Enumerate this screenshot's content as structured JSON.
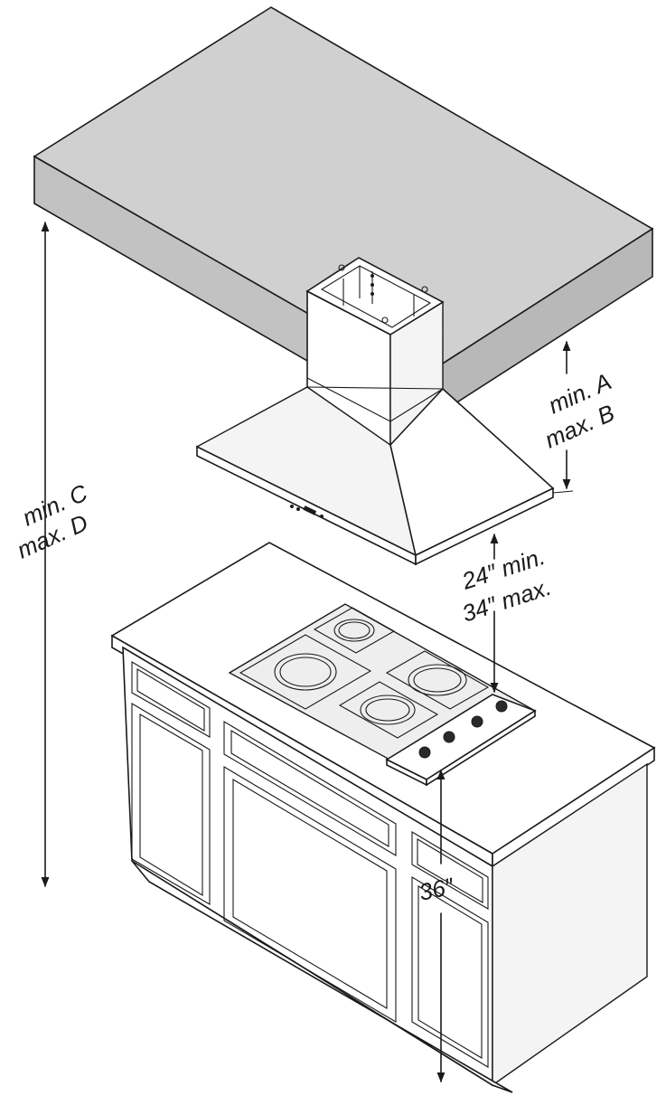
{
  "diagram": {
    "labels": {
      "hood_clearance_min": "min. A",
      "hood_clearance_max": "max. B",
      "ceiling_height_min": "min. C",
      "ceiling_height_max": "max. D",
      "cooktop_distance_min": "24″ min.",
      "cooktop_distance_max": "34″ max.",
      "counter_height": "36″"
    }
  }
}
